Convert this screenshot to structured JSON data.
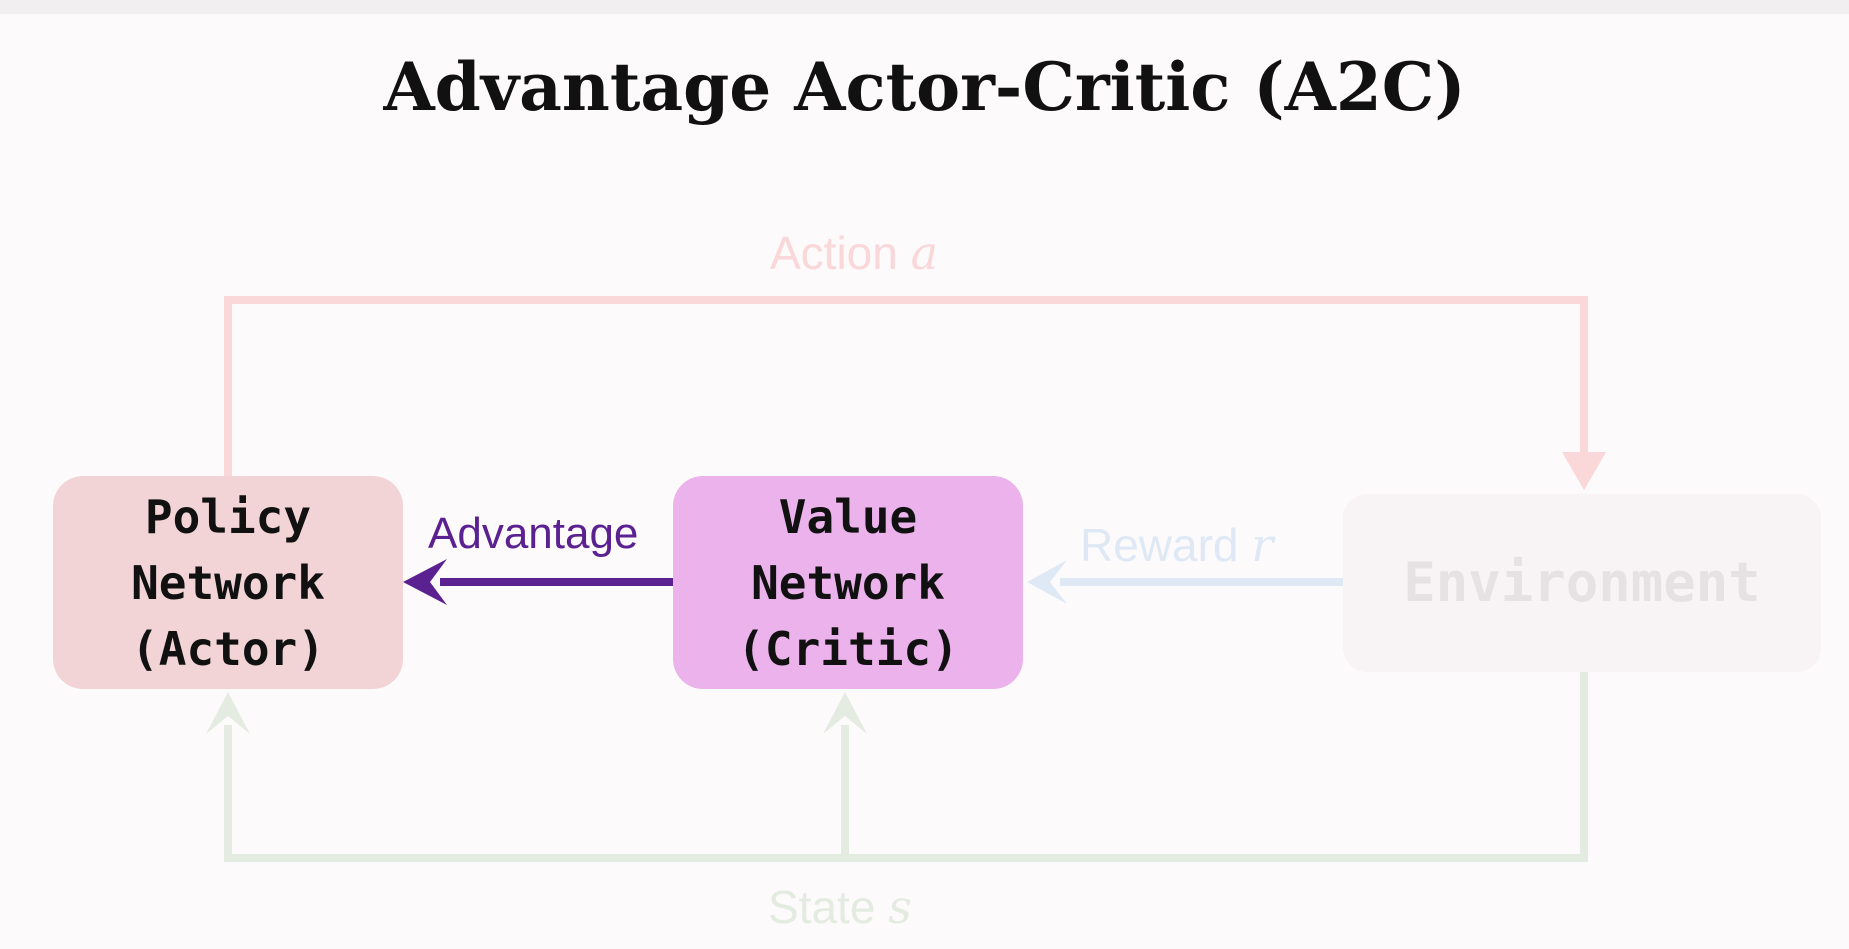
{
  "title": "Advantage Actor-Critic (A2C)",
  "nodes": {
    "policy": {
      "line1": "Policy",
      "line2": "Network",
      "line3": "(Actor)"
    },
    "critic": {
      "line1": "Value",
      "line2": "Network",
      "line3": "(Critic)"
    },
    "environment": {
      "label": "Environment"
    }
  },
  "edges": {
    "action": {
      "text": "Action",
      "var": "a"
    },
    "advantage": {
      "text": "Advantage"
    },
    "reward": {
      "text": "Reward",
      "var": "r"
    },
    "state": {
      "text": "State",
      "var": "s"
    }
  },
  "colors": {
    "action": "#fad7d8",
    "advantage": "#5b2191",
    "reward": "#dfe9f6",
    "state": "#e4ece1",
    "policy_fill": "#f3d4d6",
    "critic_fill": "#ebb2ec",
    "environment_fill": "#f8f4f5"
  }
}
